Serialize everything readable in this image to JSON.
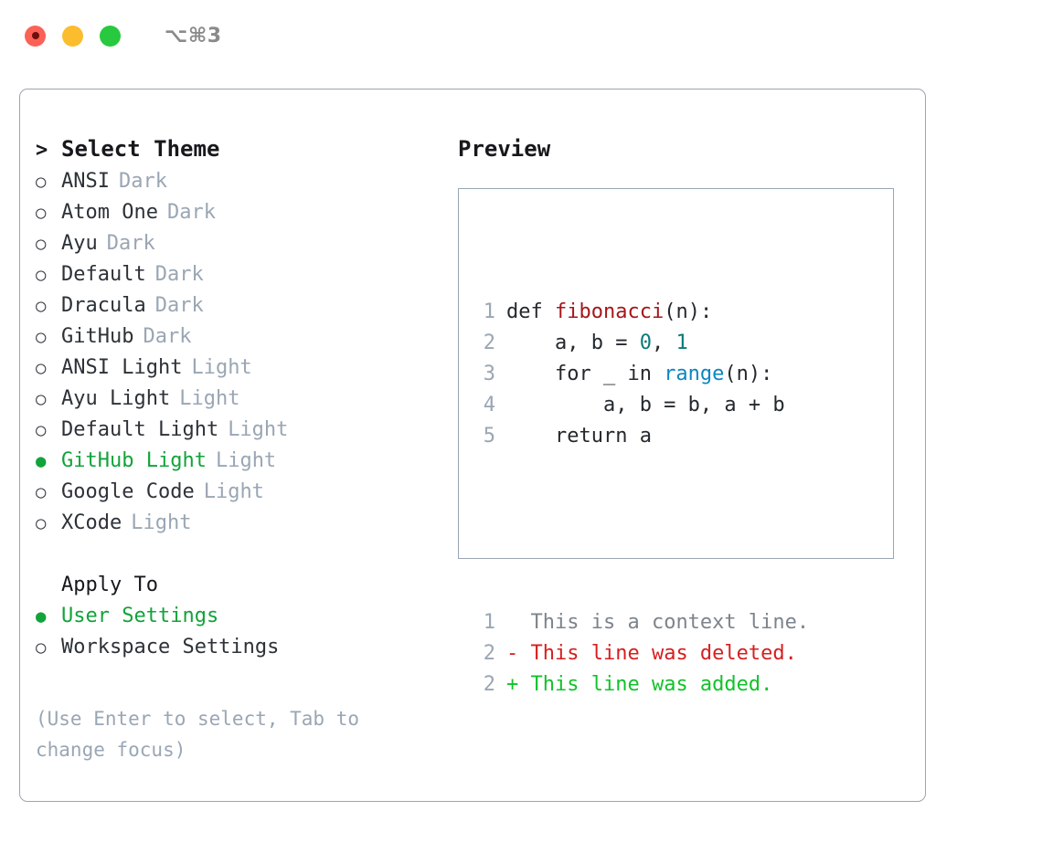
{
  "window": {
    "shortcut_label": "⌥⌘3",
    "traffic_lights": [
      "close",
      "minimize",
      "maximize"
    ]
  },
  "theme_section": {
    "header_marker": ">",
    "header_label": "Select Theme",
    "items": [
      {
        "marker": "○",
        "label": "ANSI",
        "tag": "Dark",
        "selected": false
      },
      {
        "marker": "○",
        "label": "Atom One",
        "tag": "Dark",
        "selected": false
      },
      {
        "marker": "○",
        "label": "Ayu",
        "tag": "Dark",
        "selected": false
      },
      {
        "marker": "○",
        "label": "Default",
        "tag": "Dark",
        "selected": false
      },
      {
        "marker": "○",
        "label": "Dracula",
        "tag": "Dark",
        "selected": false
      },
      {
        "marker": "○",
        "label": "GitHub",
        "tag": "Dark",
        "selected": false
      },
      {
        "marker": "○",
        "label": "ANSI Light",
        "tag": "Light",
        "selected": false
      },
      {
        "marker": "○",
        "label": "Ayu Light",
        "tag": "Light",
        "selected": false
      },
      {
        "marker": "○",
        "label": "Default Light",
        "tag": "Light",
        "selected": false
      },
      {
        "marker": "●",
        "label": "GitHub Light",
        "tag": "Light",
        "selected": true
      },
      {
        "marker": "○",
        "label": "Google Code",
        "tag": "Light",
        "selected": false
      },
      {
        "marker": "○",
        "label": "XCode",
        "tag": "Light",
        "selected": false
      }
    ]
  },
  "apply_section": {
    "header_label": "Apply To",
    "items": [
      {
        "marker": "●",
        "label": "User Settings",
        "selected": true
      },
      {
        "marker": "○",
        "label": "Workspace Settings",
        "selected": false
      }
    ]
  },
  "hint": {
    "text": "(Use Enter to select, Tab to change focus)"
  },
  "preview": {
    "title": "Preview",
    "code_lines": [
      {
        "no": "1",
        "tokens": [
          {
            "t": "def ",
            "c": "plain"
          },
          {
            "t": "fibonacci",
            "c": "func"
          },
          {
            "t": "(n):",
            "c": "plain"
          }
        ]
      },
      {
        "no": "2",
        "tokens": [
          {
            "t": "    a, b = ",
            "c": "plain"
          },
          {
            "t": "0",
            "c": "num"
          },
          {
            "t": ", ",
            "c": "plain"
          },
          {
            "t": "1",
            "c": "num"
          }
        ]
      },
      {
        "no": "3",
        "tokens": [
          {
            "t": "    for _ in ",
            "c": "plain"
          },
          {
            "t": "range",
            "c": "kw"
          },
          {
            "t": "(n):",
            "c": "plain"
          }
        ]
      },
      {
        "no": "4",
        "tokens": [
          {
            "t": "        a, b = b, a + b",
            "c": "plain"
          }
        ]
      },
      {
        "no": "5",
        "tokens": [
          {
            "t": "    return a",
            "c": "plain"
          }
        ]
      }
    ],
    "diff_lines": [
      {
        "no": "1",
        "sign": " ",
        "text": "This is a context line.",
        "kind": "ctx"
      },
      {
        "no": "2",
        "sign": "-",
        "text": "This line was deleted.",
        "kind": "del"
      },
      {
        "no": "2",
        "sign": "+",
        "text": "This line was added.",
        "kind": "add"
      }
    ]
  },
  "colors": {
    "accent_green": "#12a33a",
    "muted": "#9aa6b4",
    "text": "#2d3238",
    "border": "#9aa6b4",
    "diff_add": "#12c22a",
    "diff_del": "#d61f1f",
    "token_func": "#a4161a",
    "token_keyword": "#0a86c2",
    "token_number": "#0b7a78"
  }
}
